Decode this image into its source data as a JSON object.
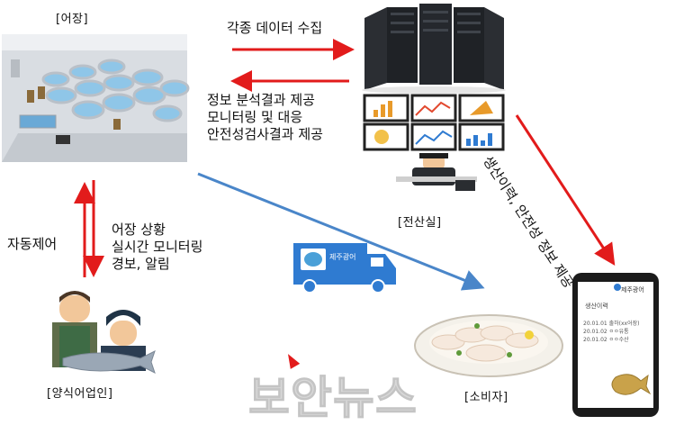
{
  "labels": {
    "farm": "[어장]",
    "datacenter": "[전산실]",
    "farmer": "[양식어업인]",
    "consumer": "[소비자]"
  },
  "arrows": {
    "collect": "각종 데이터 수집",
    "provide_lines": [
      "정보 분석결과 제공",
      "모니터링 및 대응",
      "안전성검사결과 제공"
    ],
    "auto_control": "자동제어",
    "monitor_lines": [
      "어장 상황",
      "실시간 모니터링",
      "경보, 알림"
    ],
    "diagonal": "생산이력, 안전성 정보 제공"
  },
  "truck": {
    "brand": "제주광어"
  },
  "phone": {
    "header_brand": "제주광어",
    "title": "생산이력",
    "rows": [
      "20.01.01  출하(xx어장)",
      "20.01.02  ㅇㅇ유통",
      "20.01.02  ㅇㅇ수산"
    ]
  },
  "watermark": "보안뉴스",
  "colors": {
    "arrow_red": "#e21b1b",
    "arrow_blue": "#4a86c9"
  }
}
